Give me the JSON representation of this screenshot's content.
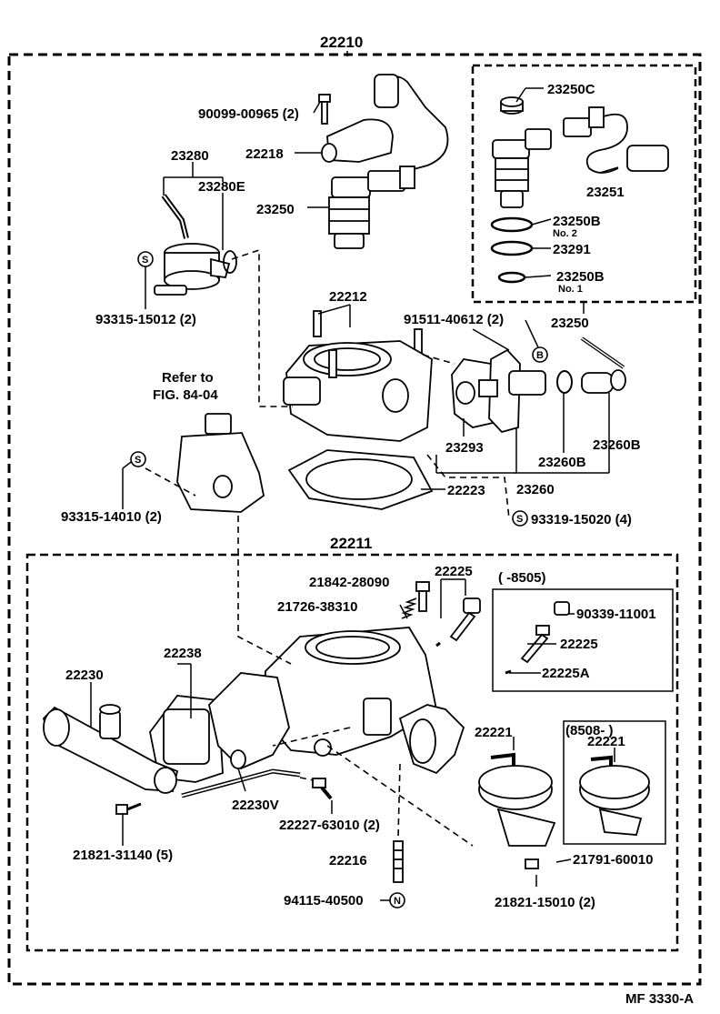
{
  "diagram": {
    "main_assembly": "22210",
    "throttle_assembly": "22211",
    "drawing_code": "MF 3330-A",
    "refer_line1": "Refer to",
    "refer_line2": "FIG. 84-04",
    "circle_s": "S",
    "circle_b": "B",
    "circle_n": "N",
    "range_early": "(        -8505)",
    "range_late": "(8508-        )",
    "labels": {
      "p23250c": "23250C",
      "p90099": "90099-00965 (2)",
      "p22218": "22218",
      "p23280": "23280",
      "p23280e": "23280E",
      "p23250": "23250",
      "p23251": "23251",
      "p23250b2": "23250B",
      "no2": "No. 2",
      "p23291": "23291",
      "p23250b1": "23250B",
      "no1": "No. 1",
      "p23250box": "23250",
      "p93315_15012": "93315-15012 (2)",
      "p22212": "22212",
      "p91511": "91511-40612 (2)",
      "p23293": "23293",
      "p23260b_a": "23260B",
      "p23260b_b": "23260B",
      "p23260": "23260",
      "p22223": "22223",
      "p93315_14010": "93315-14010 (2)",
      "p93319": "93319-15020 (4)",
      "p21842": "21842-28090",
      "p22225top": "22225",
      "p21726": "21726-38310",
      "p90339": "90339-11001",
      "p22225": "22225",
      "p22225a": "22225A",
      "p22238": "22238",
      "p22230": "22230",
      "p22230v": "22230V",
      "p22227": "22227-63010 (2)",
      "p21821_31140": "21821-31140 (5)",
      "p22216": "22216",
      "p94115": "94115-40500",
      "p22221a": "22221",
      "p22221b": "22221",
      "p21791": "21791-60010",
      "p21821_15010": "21821-15010 (2)"
    }
  }
}
